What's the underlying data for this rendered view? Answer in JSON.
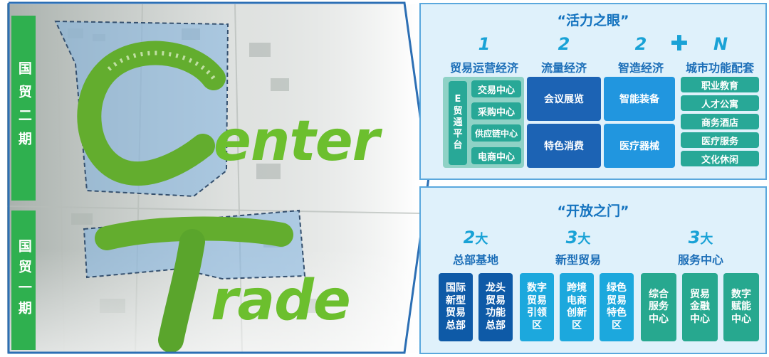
{
  "left": {
    "phase2_label": "国贸二期",
    "phase1_label": "国贸一期",
    "word_center_rest": "enter",
    "word_trade_rest": "rade"
  },
  "vitality": {
    "title": "“活力之眼”",
    "groups": [
      {
        "num": "1",
        "label": "贸易运营经济"
      },
      {
        "num": "2",
        "label": "流量经济"
      },
      {
        "num": "2",
        "label": "智造经济"
      },
      {
        "num": "N",
        "label": "城市功能配套"
      }
    ],
    "plus": "✚",
    "e_platform": [
      "E",
      "贸",
      "通",
      "平",
      "台"
    ],
    "trade_items": [
      "交易中心",
      "采购中心",
      "供应链中心",
      "电商中心"
    ],
    "flow_items": [
      "会议展览",
      "特色消费"
    ],
    "smart_items": [
      "智能装备",
      "医疗器械"
    ],
    "city_items": [
      "职业教育",
      "人才公寓",
      "商务酒店",
      "医疗服务",
      "文化休闲"
    ]
  },
  "gate": {
    "title": "“开放之门”",
    "groups": [
      {
        "num": "2",
        "unit": "大",
        "label": "总部基地"
      },
      {
        "num": "3",
        "unit": "大",
        "label": "新型贸易"
      },
      {
        "num": "3",
        "unit": "大",
        "label": "服务中心"
      }
    ],
    "hq_items": [
      [
        "国际",
        "新型",
        "贸易",
        "总部"
      ],
      [
        "龙头",
        "贸易",
        "功能",
        "总部"
      ]
    ],
    "trade_items": [
      [
        "数字",
        "贸易",
        "引领",
        "区"
      ],
      [
        "跨境",
        "电商",
        "创新",
        "区"
      ],
      [
        "绿色",
        "贸易",
        "特色",
        "区"
      ]
    ],
    "service_items": [
      [
        "综合",
        "服务",
        "中心"
      ],
      [
        "贸易",
        "金融",
        "中心"
      ],
      [
        "数字",
        "赋能",
        "中心"
      ]
    ]
  }
}
